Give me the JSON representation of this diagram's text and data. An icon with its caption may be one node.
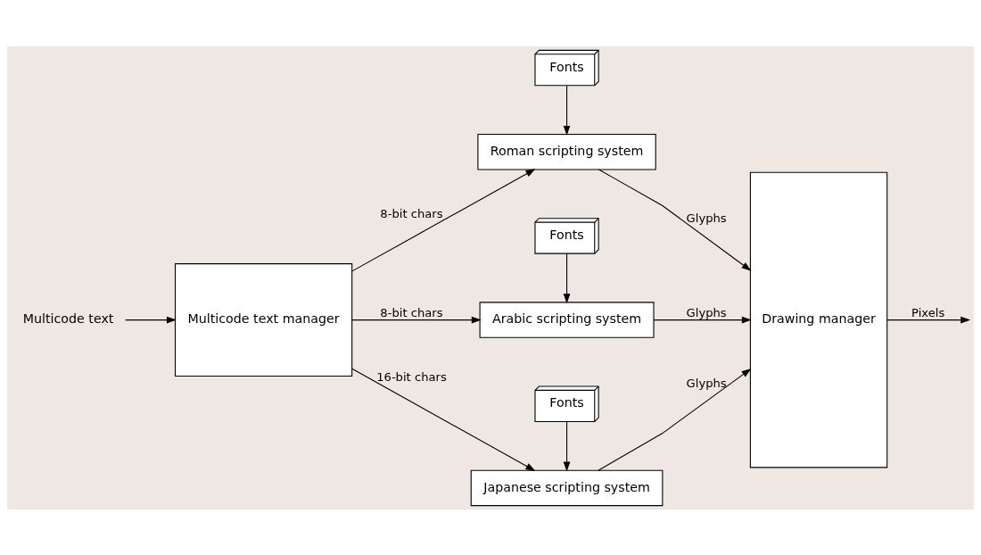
{
  "diagram": {
    "nodes": [
      {
        "text": [
          "Multicode text"
        ]
      },
      {
        "text": [
          "Multicode text manager"
        ]
      },
      {
        "text": [
          "Fonts"
        ]
      },
      {
        "text": [
          "Roman scripting system"
        ]
      },
      {
        "text": [
          "Fonts"
        ]
      },
      {
        "text": [
          "Arabic scripting system"
        ]
      },
      {
        "text": [
          "Fonts"
        ]
      },
      {
        "text": [
          "Japanese scripting system"
        ]
      },
      {
        "text": [
          "Drawing manager"
        ]
      }
    ],
    "edges": [
      {
        "from": 0,
        "to": 1,
        "arrow": "to"
      },
      {
        "from": 1,
        "to": 3,
        "arrow": "to",
        "label": "8-bit chars"
      },
      {
        "from": 1,
        "to": 5,
        "arrow": "to",
        "label": "8-bit chars"
      },
      {
        "from": 1,
        "to": 7,
        "arrow": "to",
        "label": "16-bit chars"
      },
      {
        "from": 2,
        "to": 3,
        "arrow": "to"
      },
      {
        "from": 4,
        "to": 5,
        "arrow": "to"
      },
      {
        "from": 6,
        "to": 7,
        "arrow": "to"
      },
      {
        "from": 3,
        "to": 8,
        "arrow": "to",
        "label": "Glyphs"
      },
      {
        "from": 5,
        "to": 8,
        "arrow": "to",
        "label": "Glyphs"
      },
      {
        "from": 7,
        "to": 8,
        "arrow": "to",
        "label": "Glyphs"
      },
      {
        "from": 8,
        "to": null,
        "arrow": "to",
        "label": "Pixels"
      }
    ]
  }
}
